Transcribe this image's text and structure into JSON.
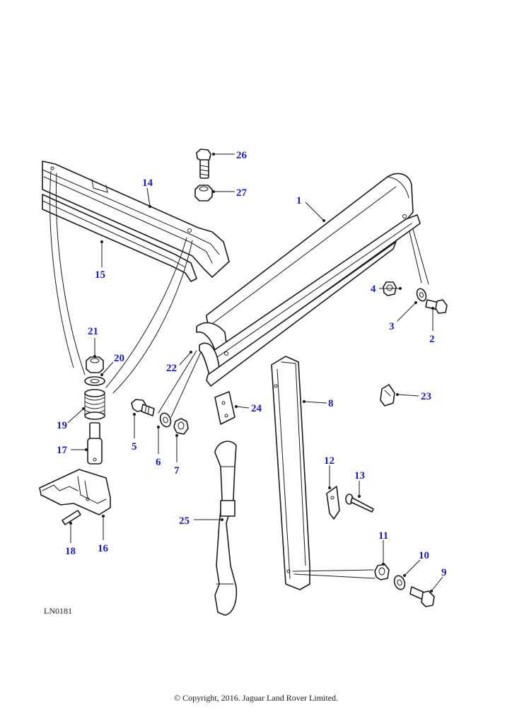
{
  "diagram": {
    "reference_code": "LN0181",
    "copyright": "© Copyright, 2016. Jaguar Land Rover Limited.",
    "callout_color": "#1a1ac8",
    "line_color": "#1a1a1a",
    "callouts": {
      "c1": "1",
      "c2": "2",
      "c3": "3",
      "c4": "4",
      "c5": "5",
      "c6": "6",
      "c7": "7",
      "c8": "8",
      "c9": "9",
      "c10": "10",
      "c11": "11",
      "c12": "12",
      "c13": "13",
      "c14": "14",
      "c15": "15",
      "c16": "16",
      "c17": "17",
      "c18": "18",
      "c19": "19",
      "c20": "20",
      "c21": "21",
      "c22": "22",
      "c23": "23",
      "c24": "24",
      "c25": "25",
      "c26": "26",
      "c27": "27"
    }
  }
}
